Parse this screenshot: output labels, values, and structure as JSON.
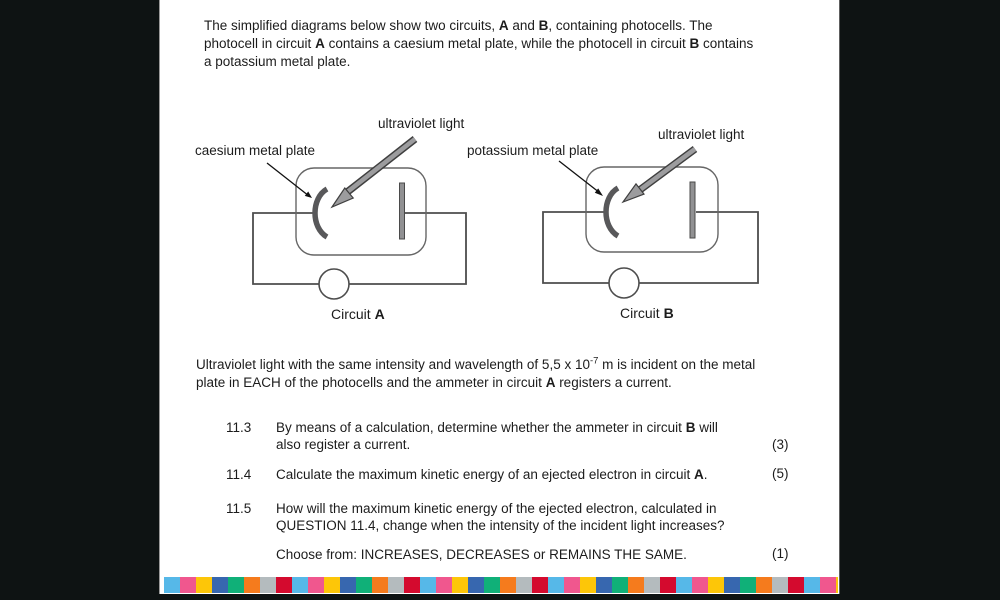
{
  "page": {
    "background_color": "#0e1313",
    "paper_color": "#ffffff"
  },
  "intro": {
    "segments": [
      {
        "t": "The simplified diagrams below show two circuits, "
      },
      {
        "t": "A",
        "b": true
      },
      {
        "t": " and "
      },
      {
        "t": "B",
        "b": true
      },
      {
        "t": ", containing photocells. The"
      },
      {
        "br": true
      },
      {
        "t": "photocell in circuit "
      },
      {
        "t": "A",
        "b": true
      },
      {
        "t": " contains a caesium metal plate, while the photocell in circuit "
      },
      {
        "t": "B",
        "b": true
      },
      {
        "t": " contains"
      },
      {
        "br": true
      },
      {
        "t": "a potassium metal plate."
      }
    ]
  },
  "diagram": {
    "circuit_a": {
      "uv_label": "ultraviolet light",
      "plate_label": "caesium metal plate",
      "caption": [
        {
          "t": "Circuit "
        },
        {
          "t": "A",
          "b": true
        }
      ]
    },
    "circuit_b": {
      "uv_label": "ultraviolet light",
      "plate_label": "potassium metal plate",
      "caption": [
        {
          "t": "Circuit "
        },
        {
          "t": "B",
          "b": true
        }
      ]
    },
    "stroke_color": "#4d4d4d",
    "tube_stroke_color": "#666666",
    "plate_fill_color": "#58585a",
    "arrow_fill_color": "#9c9c9e"
  },
  "uv_paragraph": {
    "segments": [
      {
        "t": "Ultraviolet light with the same intensity and wavelength of 5,5 x 10"
      },
      {
        "t": "-7",
        "sup": true
      },
      {
        "t": " m is incident on the metal"
      },
      {
        "br": true
      },
      {
        "t": "plate in EACH of the photocells and the ammeter in circuit "
      },
      {
        "t": "A",
        "b": true
      },
      {
        "t": " registers a current."
      }
    ]
  },
  "questions": [
    {
      "number": "11.3",
      "segments": [
        {
          "t": "By means of a calculation, determine whether the ammeter in circuit "
        },
        {
          "t": "B",
          "b": true
        },
        {
          "t": " will"
        },
        {
          "br": true
        },
        {
          "t": "also register a current."
        }
      ],
      "marks": "(3)"
    },
    {
      "number": "11.4",
      "segments": [
        {
          "t": "Calculate the maximum kinetic energy of an ejected electron in circuit "
        },
        {
          "t": "A",
          "b": true
        },
        {
          "t": "."
        }
      ],
      "marks": "(5)"
    },
    {
      "number": "11.5",
      "segments": [
        {
          "t": "How will the maximum kinetic energy of the ejected electron, calculated in"
        },
        {
          "br": true
        },
        {
          "t": "QUESTION 11.4, change when the intensity of the incident light increases?"
        }
      ],
      "marks": ""
    }
  ],
  "choose_line": {
    "segments": [
      {
        "t": "Choose from: INCREASES, DECREASES or REMAINS THE SAME."
      }
    ],
    "marks": "(1)"
  },
  "footer_bar": {
    "colors": [
      "#56b8e8",
      "#f0578e",
      "#fdc608",
      "#3767af",
      "#10b078",
      "#f57b1d",
      "#b4bbbe",
      "#d40a2e"
    ]
  }
}
